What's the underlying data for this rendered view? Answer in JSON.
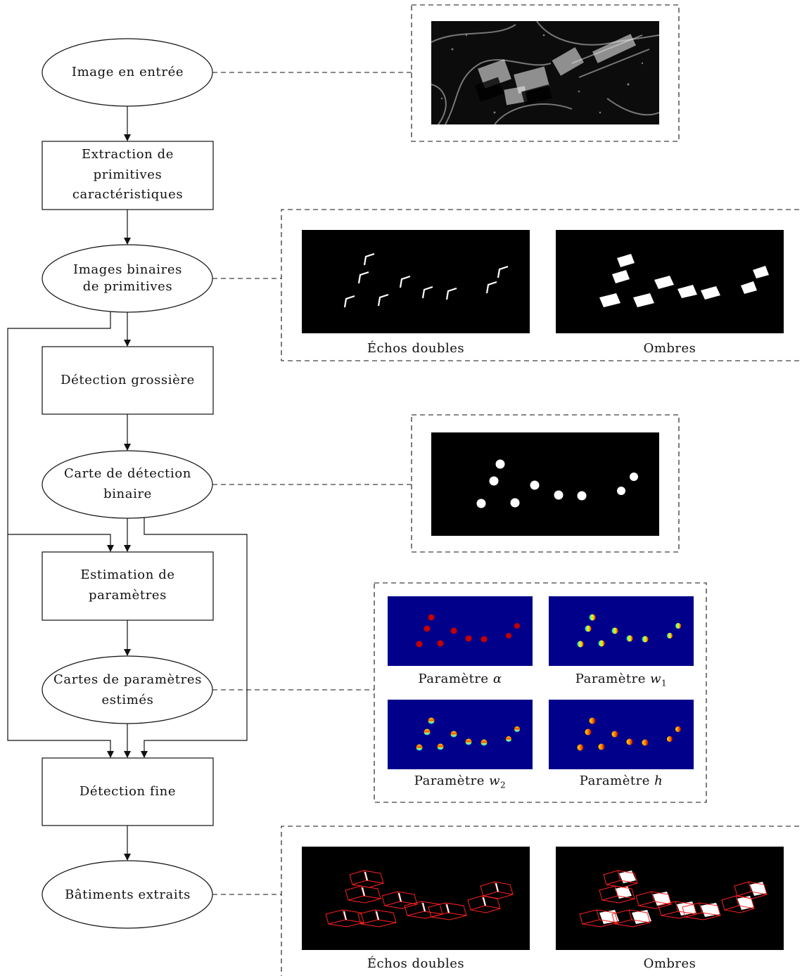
{
  "nodes": {
    "input": "Image en entrée",
    "extraction": "Extraction de primitives caractéristiques",
    "binary": "Images binaires de primitives",
    "coarse": "Détection grossière",
    "map": "Carte de détection binaire",
    "estimation": "Estimation de paramètres",
    "params": "Cartes de paramètres estimés",
    "fine": "Détection fine",
    "buildings": "Bâtiments extraits"
  },
  "captions": {
    "echos1": "Échos doubles",
    "ombres1": "Ombres",
    "param_prefix": "Paramètre",
    "alpha": "α",
    "w": "w",
    "w1_sub": "1",
    "w2_sub": "2",
    "h": "h",
    "echos2": "Échos doubles",
    "ombres2": "Ombres"
  },
  "colors": {
    "line": "#111111",
    "image_black": "#000000",
    "param_bg": "#00008b",
    "marker_red": "#c40000",
    "outline_red": "#ff2020"
  }
}
